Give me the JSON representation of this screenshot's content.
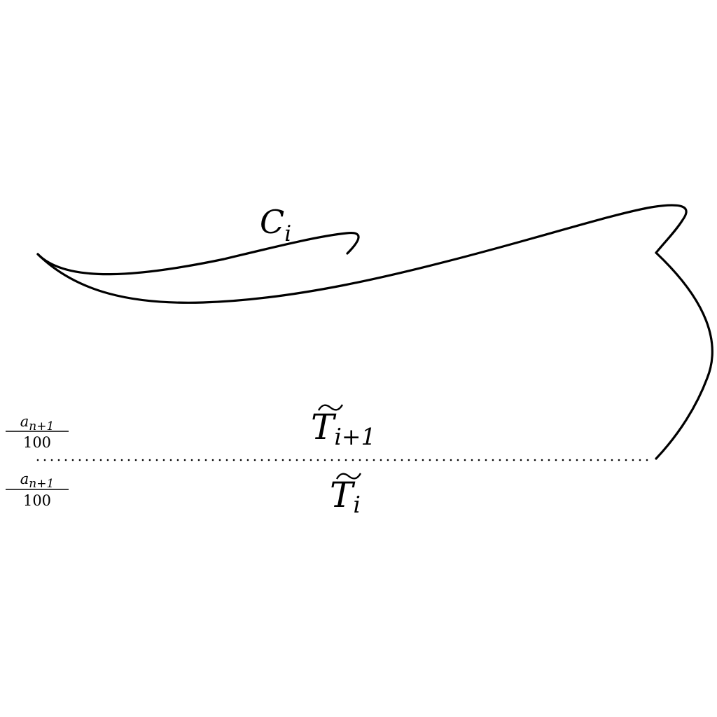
{
  "labels": {
    "curve_label": {
      "main": "C",
      "sub": "i"
    },
    "upper_region": {
      "main": "T",
      "sub": "i+1"
    },
    "lower_region": {
      "main": "T",
      "sub": "i"
    },
    "level_upper": {
      "numerator_var": "a",
      "numerator_sub": "n+1",
      "denominator": "100"
    },
    "level_lower": {
      "numerator_var": "a",
      "numerator_sub": "n+1",
      "denominator": "100"
    }
  },
  "colors": {
    "stroke": "#000000",
    "background": "#ffffff"
  }
}
